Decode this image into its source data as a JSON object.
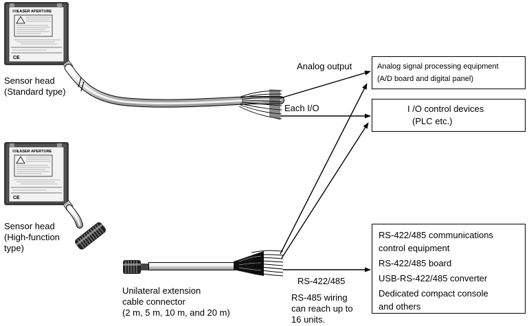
{
  "sensors": [
    {
      "label_line1": "Sensor head",
      "label_line2": "(Standard type)",
      "plate_text": "LASER APERTURE"
    },
    {
      "label_line1": "Sensor head",
      "label_line2": "(High-function",
      "label_line3": "type)",
      "plate_text": "LASER APERTURE"
    }
  ],
  "connections": {
    "analog_output": "Analog output",
    "each_io": "Each I/O",
    "rs_label": "RS-422/485",
    "rs_note_line1": "RS-485 wiring",
    "rs_note_line2": "can reach up to",
    "rs_note_line3": "16 units."
  },
  "extension_cable": {
    "line1": "Unilateral extension",
    "line2": "cable connector",
    "line3": "(2 m, 5 m, 10 m, and 20 m)"
  },
  "boxes": {
    "analog": {
      "line1": "Analog signal processing equipment",
      "line2": "(A/D board and digital panel)"
    },
    "io": {
      "line1": "I /O control devices",
      "line2": "(PLC etc.)"
    },
    "rs": {
      "line1": "RS-422/485 communications",
      "line2": "control equipment",
      "line3": "RS-422/485 board",
      "line4": "USB-RS-422/485 converter",
      "line5": "Dedicated compact console",
      "line6": "and others"
    }
  }
}
